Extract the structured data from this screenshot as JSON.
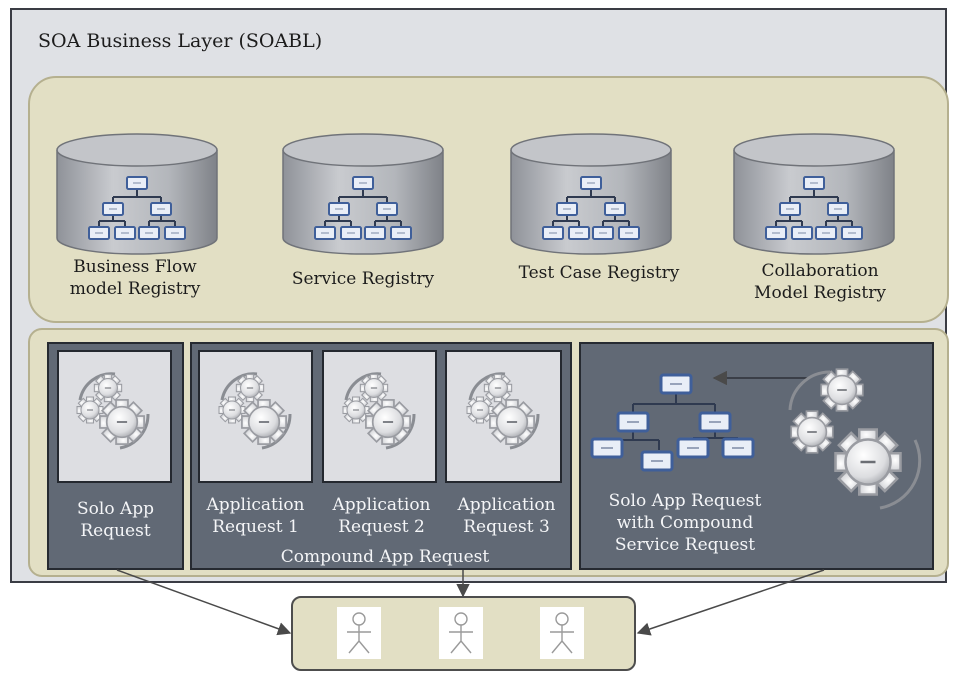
{
  "layer_title": "SOA Business Layer (SOABL)",
  "registries": [
    {
      "line1": "Business Flow",
      "line2": "model Registry"
    },
    {
      "line1": "Service Registry",
      "line2": ""
    },
    {
      "line1": "Test Case Registry",
      "line2": ""
    },
    {
      "line1": "Collaboration",
      "line2": "Model Registry"
    }
  ],
  "requests": {
    "solo": {
      "line1": "Solo App",
      "line2": "Request"
    },
    "apps": [
      {
        "line1": "Application",
        "line2": "Request 1"
      },
      {
        "line1": "Application",
        "line2": "Request 2"
      },
      {
        "line1": "Application",
        "line2": "Request 3"
      }
    ],
    "compound_label": "Compound App Request",
    "solo_compound": {
      "line1": "Solo App Request",
      "line2": "with Compound",
      "line3": "Service Request"
    }
  },
  "colors": {
    "outer_bg": "#dfe1e5",
    "panel_bg": "#e2dfc4",
    "dark_box": "#616975",
    "node_fill": "#e8eef8",
    "node_border": "#3f5f9a"
  },
  "users_icon": "stick-figure-icon"
}
